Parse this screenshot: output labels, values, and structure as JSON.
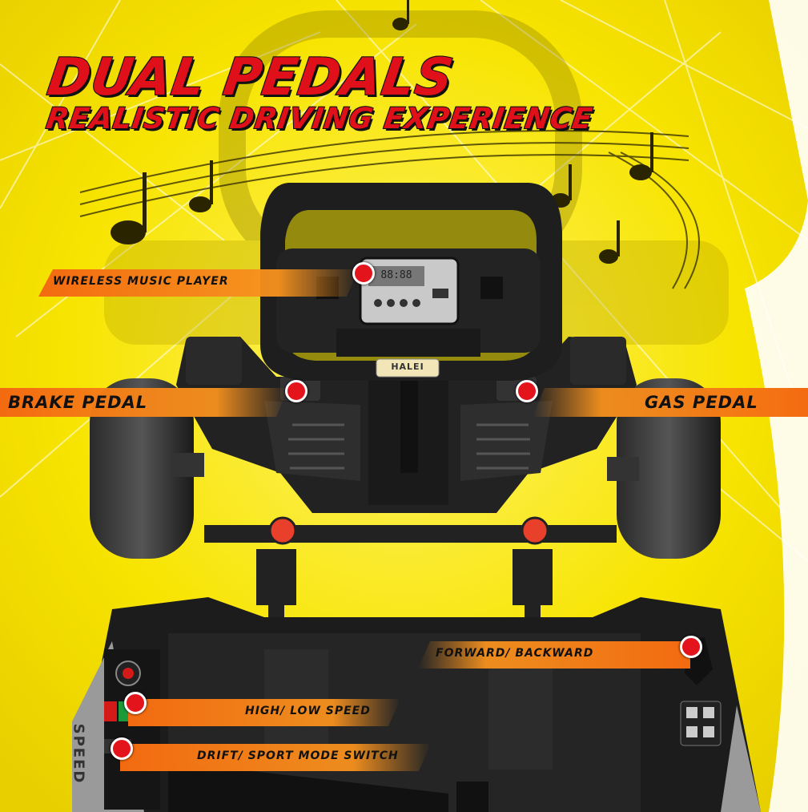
{
  "headline": {
    "line1": "DUAL PEDALS",
    "line2": "REALISTIC DRIVING EXPERIENCE"
  },
  "callouts": {
    "music": "WIRELESS MUSIC PLAYER",
    "brake": "BRAKE PEDAL",
    "gas": "GAS PEDAL",
    "direction": "FORWARD/ BACKWARD",
    "speed": "HIGH/ LOW SPEED",
    "drift": "DRIFT/ SPORT MODE SWITCH"
  },
  "product": {
    "brand": "HALEI",
    "display": "88:88",
    "side_text": "SPEED"
  },
  "colors": {
    "background": "#f5e400",
    "accent_red": "#e0101a",
    "callout_orange": "#f36a10",
    "kart_body": "#1c1c1c"
  }
}
